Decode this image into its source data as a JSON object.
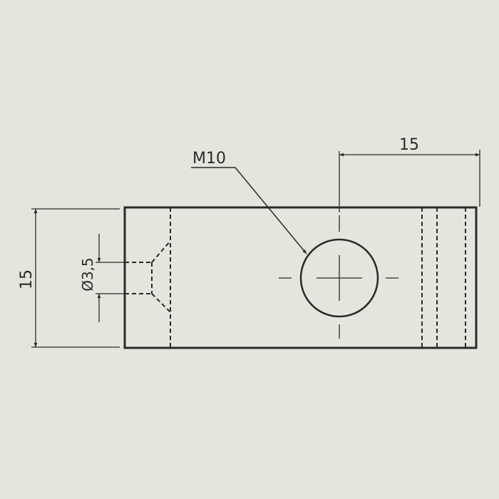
{
  "colors": {
    "background": "#e5e5dd",
    "line": "#2a2a2a",
    "thin": "#3a3a3a"
  },
  "annotations": {
    "thread_callout": "M10",
    "height_dimension": "15",
    "width_dimension": "15",
    "hole_diameter": "Ø3,5"
  }
}
